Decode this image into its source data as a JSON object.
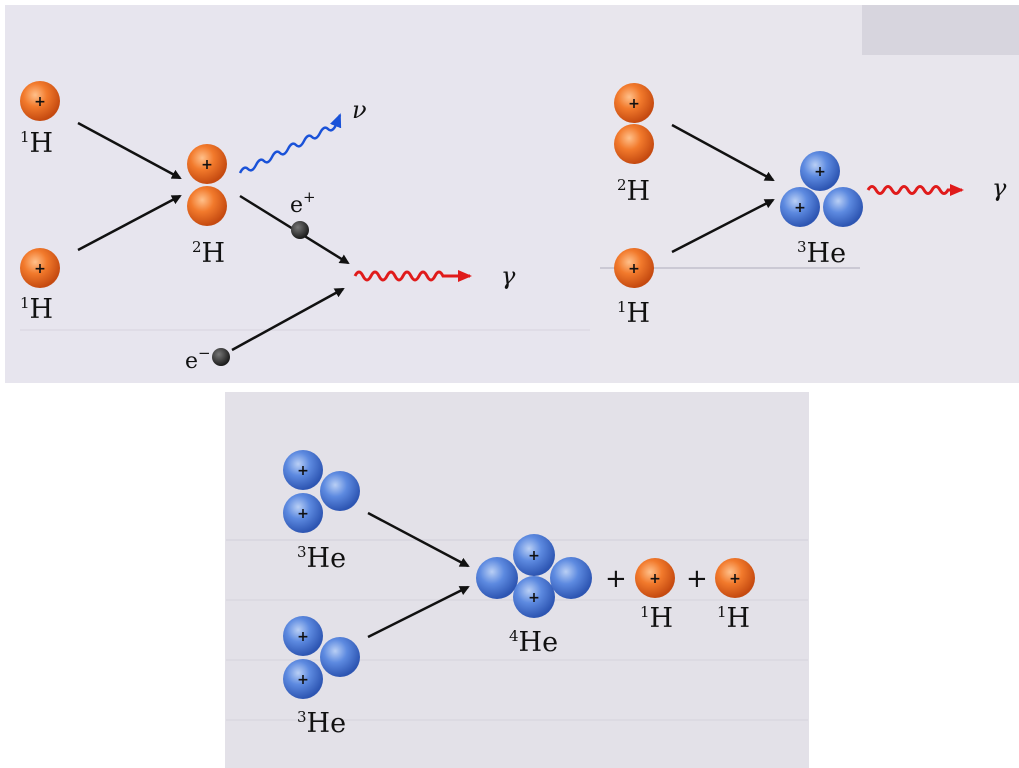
{
  "colors": {
    "proton": "#ef6a22",
    "neutron_blue": "#4d7ed6",
    "gamma_wave": "#e01b1b",
    "neutrino_wave": "#1a52d8",
    "arrow": "#111111"
  },
  "panel1": {
    "h1_top": {
      "sup": "1",
      "sym": "H"
    },
    "h1_bottom": {
      "sup": "1",
      "sym": "H"
    },
    "h2": {
      "sup": "2",
      "sym": "H"
    },
    "neutrino": "ν",
    "positron": {
      "sym": "e",
      "sup": "+"
    },
    "electron": {
      "sym": "e",
      "sup": "−"
    },
    "gamma": "γ"
  },
  "panel2": {
    "h2": {
      "sup": "2",
      "sym": "H"
    },
    "h1": {
      "sup": "1",
      "sym": "H"
    },
    "he3": {
      "sup": "3",
      "sym": "He"
    },
    "gamma": "γ"
  },
  "panel3": {
    "he3_top": {
      "sup": "3",
      "sym": "He"
    },
    "he3_bottom": {
      "sup": "3",
      "sym": "He"
    },
    "he4": {
      "sup": "4",
      "sym": "He"
    },
    "plus": "+",
    "h1_a": {
      "sup": "1",
      "sym": "H"
    },
    "h1_b": {
      "sup": "1",
      "sym": "H"
    }
  },
  "charge_sign": "+"
}
